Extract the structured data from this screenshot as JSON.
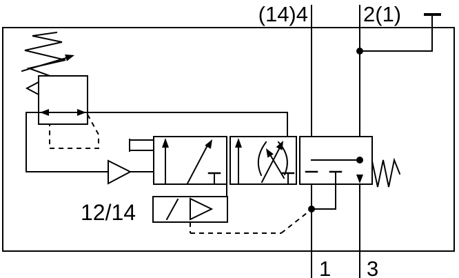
{
  "diagram": {
    "type": "pneumatic-valve-circuit",
    "labels": {
      "port_top_left": "(14)4",
      "port_top_right": "2(1)",
      "port_bottom_left": "1",
      "port_bottom_right": "3",
      "pilot_ports": "12/14"
    },
    "colors": {
      "line": "#000000",
      "background": "#ffffff"
    }
  }
}
